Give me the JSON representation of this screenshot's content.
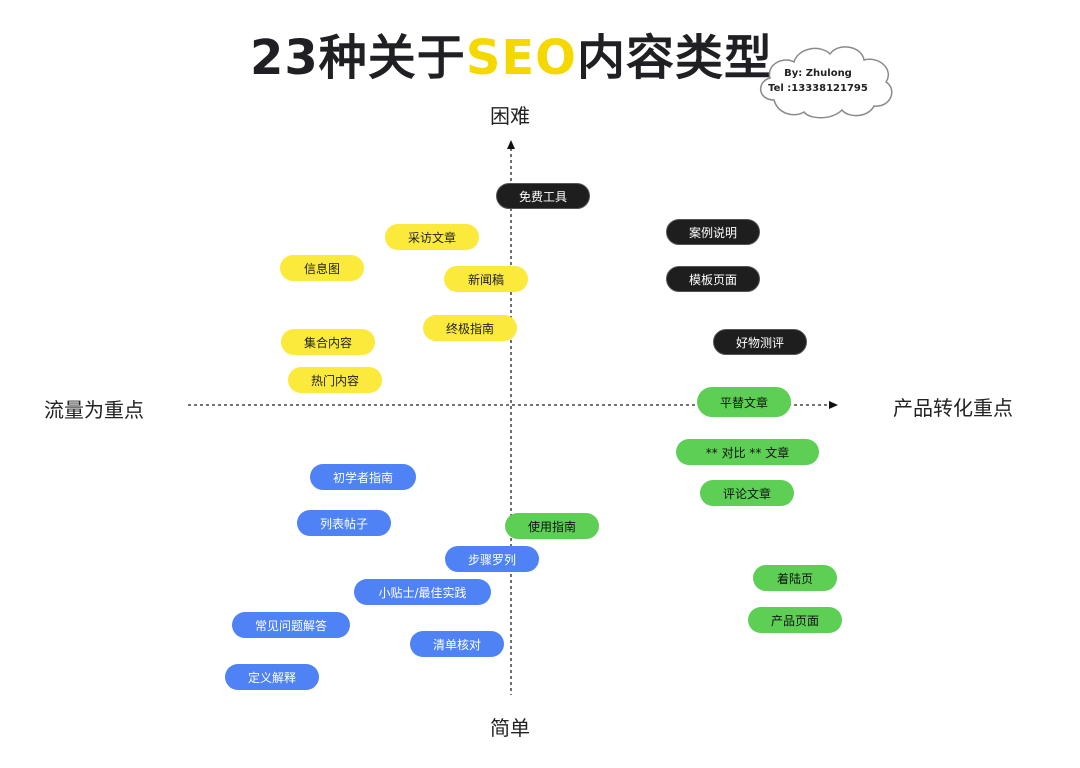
{
  "header": {
    "title_main_prefix": "23种关于",
    "title_highlight": "SEO",
    "title_main_suffix": "内容类型",
    "highlight_color": "#f5d800"
  },
  "author_cloud": {
    "by_line": "By:  Zhulong",
    "tel_line": "Tel :13338121795"
  },
  "chart_data": {
    "type": "scatter",
    "x_axis": {
      "negative_label": "流量为重点",
      "positive_label": "产品转化重点",
      "range": [
        -10,
        10
      ]
    },
    "y_axis": {
      "negative_label": "简单",
      "positive_label": "困难",
      "range": [
        -10,
        10
      ]
    },
    "category_colors": {
      "yellow": "#fbe93b",
      "black": "#1e1e1e",
      "green": "#5ccf54",
      "blue": "#4e82f5"
    },
    "points": [
      {
        "label": "免费工具",
        "color": "black",
        "x": 1.0,
        "y": 7.6
      },
      {
        "label": "案例说明",
        "color": "black",
        "x": 6.4,
        "y": 6.3
      },
      {
        "label": "模板页面",
        "color": "black",
        "x": 6.4,
        "y": 4.6
      },
      {
        "label": "好物测评",
        "color": "black",
        "x": 7.9,
        "y": 2.3
      },
      {
        "label": "采访文章",
        "color": "yellow",
        "x": -2.5,
        "y": 6.1
      },
      {
        "label": "信息图",
        "color": "yellow",
        "x": -6.0,
        "y": 5.0
      },
      {
        "label": "新闻稿",
        "color": "yellow",
        "x": -0.8,
        "y": 4.6
      },
      {
        "label": "终极指南",
        "color": "yellow",
        "x": -1.3,
        "y": 2.8
      },
      {
        "label": "集合内容",
        "color": "yellow",
        "x": -5.8,
        "y": 2.3
      },
      {
        "label": "热门内容",
        "color": "yellow",
        "x": -5.6,
        "y": 0.9
      },
      {
        "label": "平替文章",
        "color": "green",
        "x": 7.4,
        "y": 0.1
      },
      {
        "label": "** 对比 ** 文章",
        "color": "green",
        "x": 7.5,
        "y": -1.7
      },
      {
        "label": "评论文章",
        "color": "green",
        "x": 7.5,
        "y": -3.2
      },
      {
        "label": "使用指南",
        "color": "green",
        "x": 1.3,
        "y": -4.4
      },
      {
        "label": "着陆页",
        "color": "green",
        "x": 9.0,
        "y": -6.3
      },
      {
        "label": "产品页面",
        "color": "green",
        "x": 9.0,
        "y": -7.8
      },
      {
        "label": "初学者指南",
        "color": "blue",
        "x": -4.7,
        "y": -2.6
      },
      {
        "label": "列表帖子",
        "color": "blue",
        "x": -5.3,
        "y": -4.3
      },
      {
        "label": "步骤罗列",
        "color": "blue",
        "x": -0.6,
        "y": -5.6
      },
      {
        "label": "小贴士/最佳实践",
        "color": "blue",
        "x": -2.8,
        "y": -6.8
      },
      {
        "label": "常见问题解答",
        "color": "blue",
        "x": -7.0,
        "y": -8.0
      },
      {
        "label": "清单核对",
        "color": "blue",
        "x": -1.7,
        "y": -8.7
      },
      {
        "label": "定义解释",
        "color": "blue",
        "x": -7.6,
        "y": -9.9
      }
    ]
  }
}
